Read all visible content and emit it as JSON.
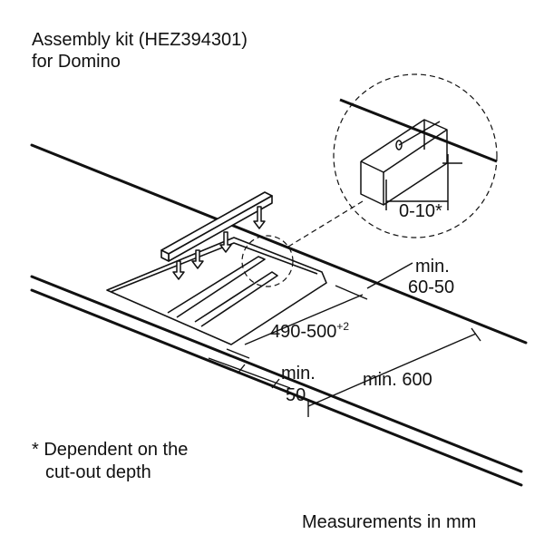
{
  "title": {
    "line1": "Assembly kit (HEZ394301)",
    "line2": "for Domino"
  },
  "labels": {
    "detail_range": "0-10*",
    "thickness_min": "min.",
    "thickness_range": "60-50",
    "cutout_width": "490-500",
    "cutout_tolerance": "+2",
    "side_min": "min.",
    "side_value": "50",
    "depth": "min. 600"
  },
  "footnote": {
    "line1": "* Dependent on the",
    "line2": "cut-out depth"
  },
  "units_note": "Measurements in mm"
}
